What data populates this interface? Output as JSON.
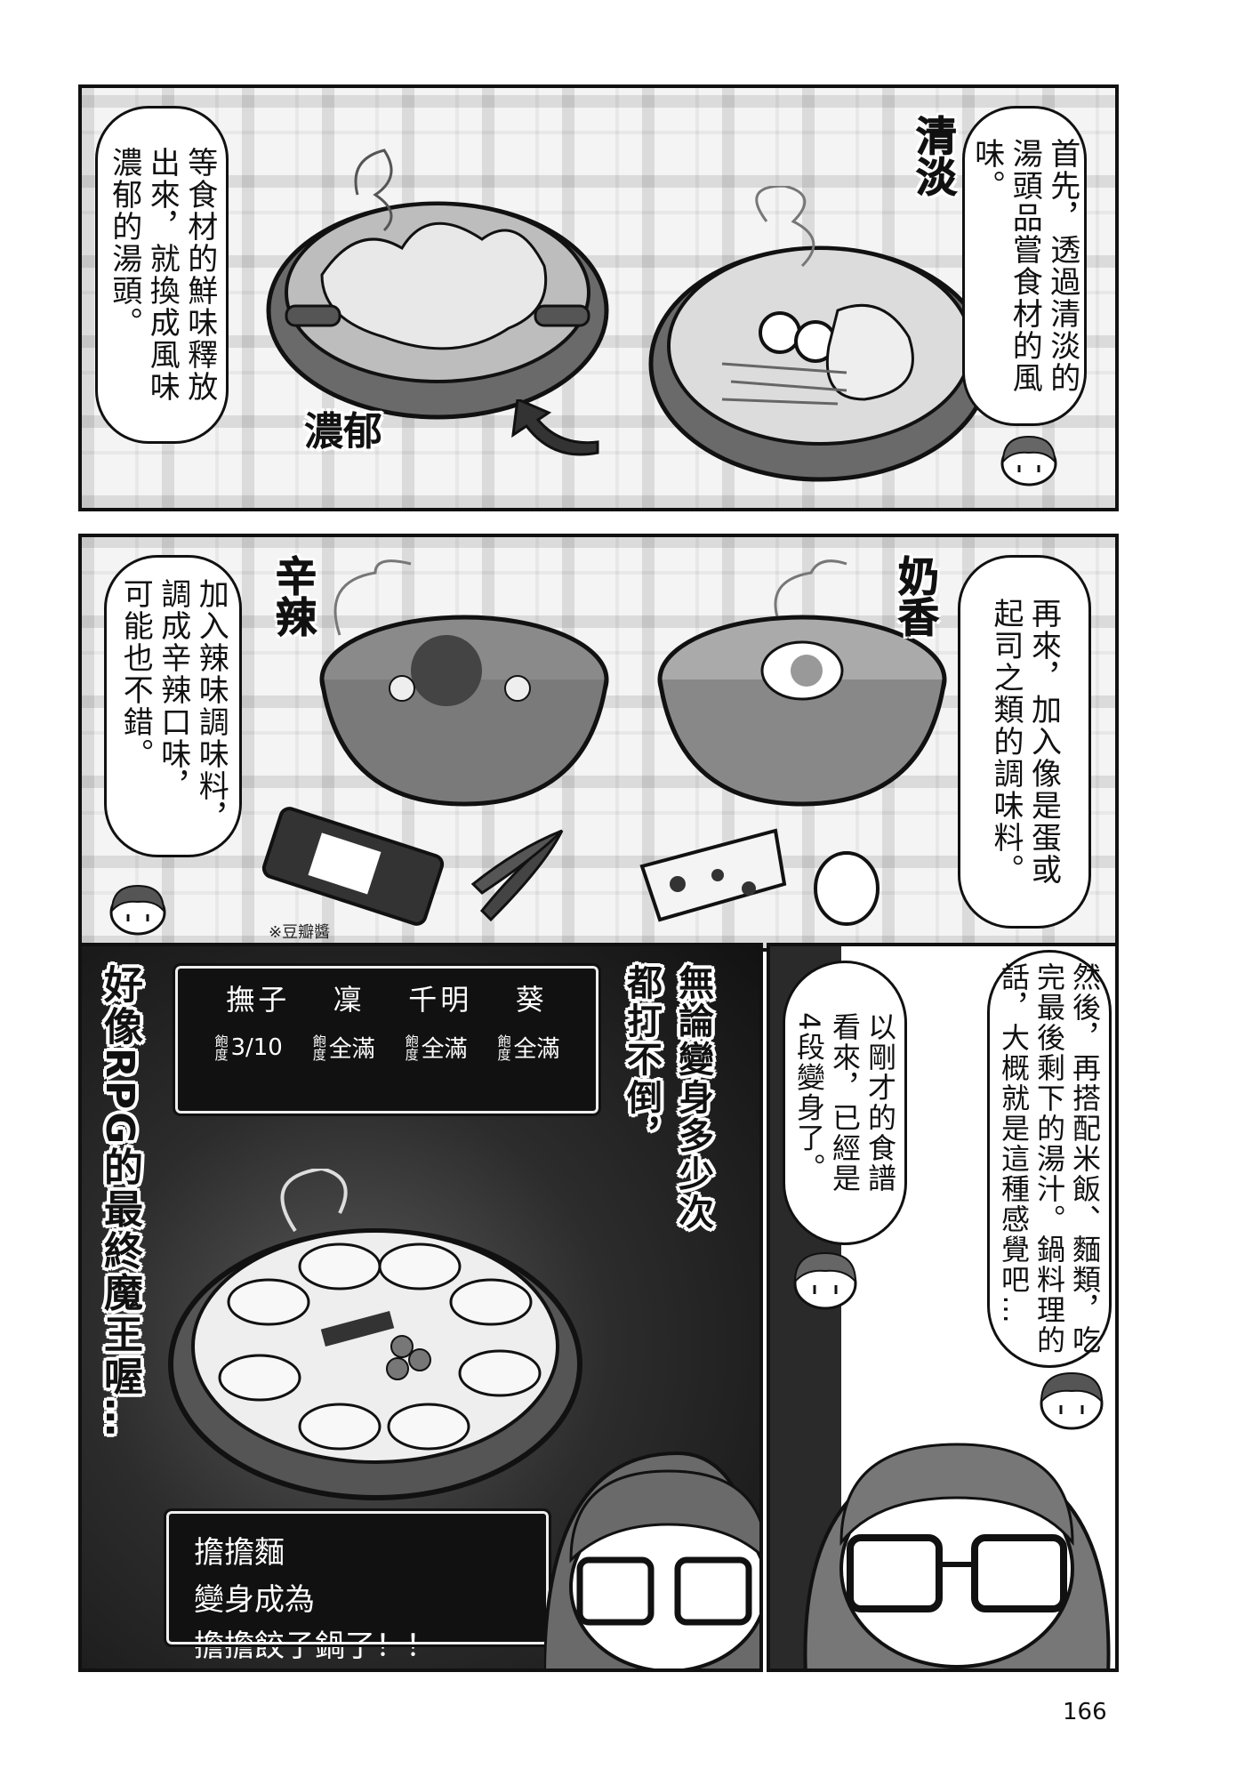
{
  "panel1": {
    "bubble_right": "首先，透過清淡的\n湯頭品嘗食材的風\n味。",
    "bubble_left": "等食材的鮮味釋放\n出來，就換成風味\n濃郁的湯頭。",
    "sfx_light": "清淡",
    "sfx_rich": "濃郁"
  },
  "panel2": {
    "bubble_right": "再來，加入像是蛋或\n起司之類的調味料。",
    "bubble_left": "加入辣味調味料，\n調成辛辣口味，\n可能也不錯。",
    "sfx_milky": "奶香",
    "sfx_spicy": "辛辣",
    "note": "※豆瓣醬"
  },
  "panel3": {
    "bubble_right": "然後，再搭配米飯、麵類，吃\n完最後剩下的湯汁。鍋料理的\n話，大概就是這種感覺吧…",
    "bubble_mid": "以剛才的食譜\n看來，已經是\n4段變身了。",
    "text_invincible": "無論變身多少次\n都打不倒，",
    "text_rpg": "好像RPG的最終魔王喔…",
    "status": {
      "names": [
        "撫子",
        "凜",
        "千明",
        "葵"
      ],
      "stat_label": "飽度",
      "values": [
        "3/10",
        "全滿",
        "全滿",
        "全滿"
      ]
    },
    "message": [
      "擔擔麵",
      "變身成為",
      "擔擔餃子鍋了！！"
    ]
  },
  "page_number": "166"
}
